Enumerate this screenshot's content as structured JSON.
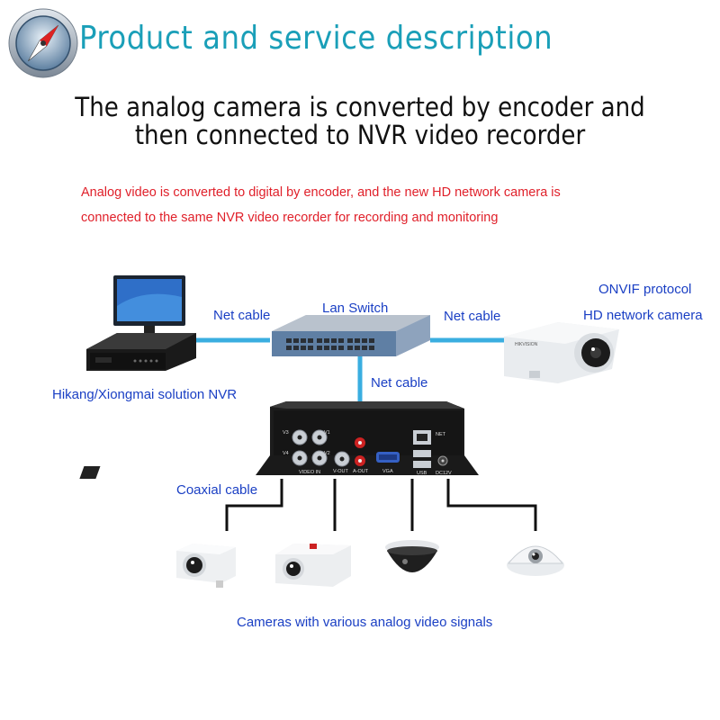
{
  "header": {
    "title": "Product and service description"
  },
  "headline": {
    "line1": "The analog camera is converted by encoder and",
    "line2": "then connected to NVR video recorder"
  },
  "note": {
    "line1": "Analog video is converted to digital by encoder, and the new HD network camera is",
    "line2": "connected to the same NVR video recorder for recording and monitoring"
  },
  "diagram": {
    "net_cable_left": "Net cable",
    "lan_switch": "Lan Switch",
    "net_cable_right": "Net cable",
    "onvif_protocol": "ONVIF protocol",
    "hd_camera": "HD network camera",
    "nvr_label": "Hikang/Xiongmai solution NVR",
    "net_cable_down": "Net cable",
    "coaxial_cable": "Coaxial cable",
    "cameras_caption": "Cameras with various analog video signals",
    "encoder_ports": {
      "video_in": "VIDEO IN",
      "v1": "V1",
      "v2": "V2",
      "v3": "V3",
      "v4": "V4",
      "v_out": "V-OUT",
      "a_out": "A-OUT",
      "vga": "VGA",
      "usb": "USB",
      "net": "NET",
      "dc12v": "DC12V"
    },
    "switch_brand": "",
    "camera_brand": "HIKVISION"
  },
  "colors": {
    "title": "#1a9fb8",
    "cable": "#3aaee0",
    "note": "#e0202a",
    "label": "#1a3fc4"
  }
}
